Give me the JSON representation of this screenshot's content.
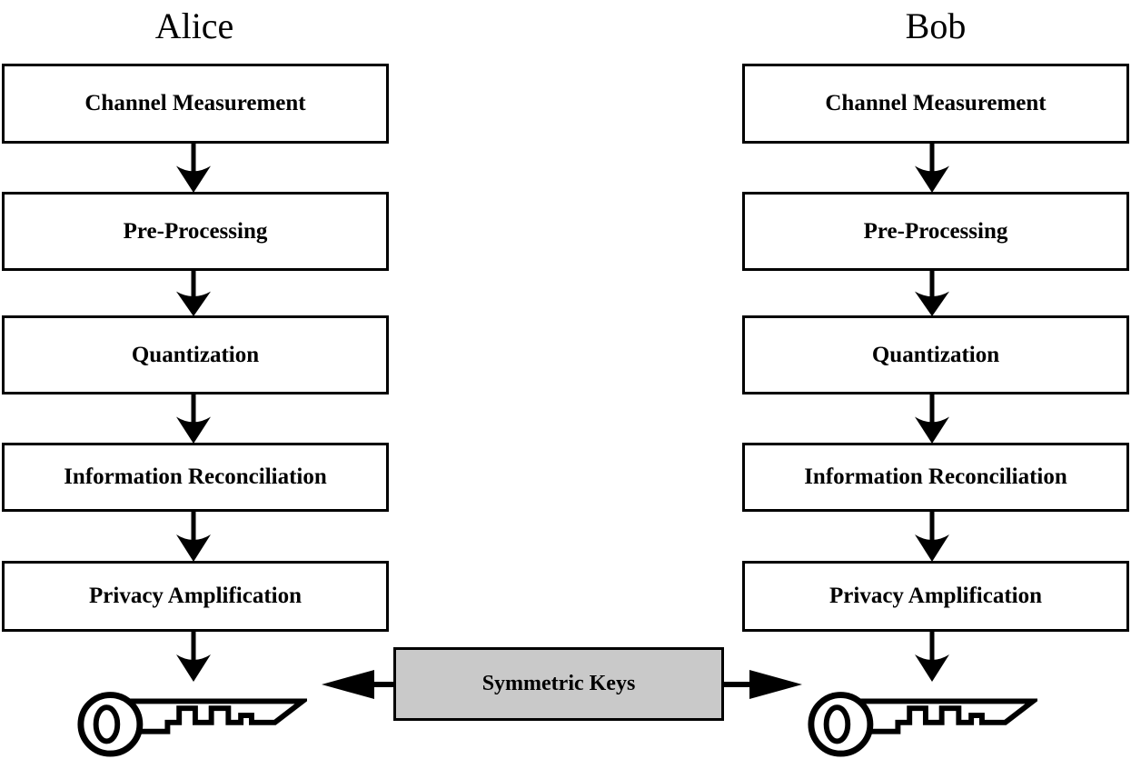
{
  "figure": {
    "alice": {
      "title": "Alice",
      "steps": [
        "Channel Measurement",
        "Pre-Processing",
        "Quantization",
        "Information Reconciliation",
        "Privacy Amplification"
      ]
    },
    "bob": {
      "title": "Bob",
      "steps": [
        "Channel Measurement",
        "Pre-Processing",
        "Quantization",
        "Information Reconciliation",
        "Privacy Amplification"
      ]
    },
    "center": {
      "symmetric_keys_label": "Symmetric Keys"
    },
    "colors": {
      "background": "#ffffff",
      "line": "#000000",
      "box_fill": "#ffffff",
      "symmetric_keys_fill": "#c9c9c9"
    }
  }
}
